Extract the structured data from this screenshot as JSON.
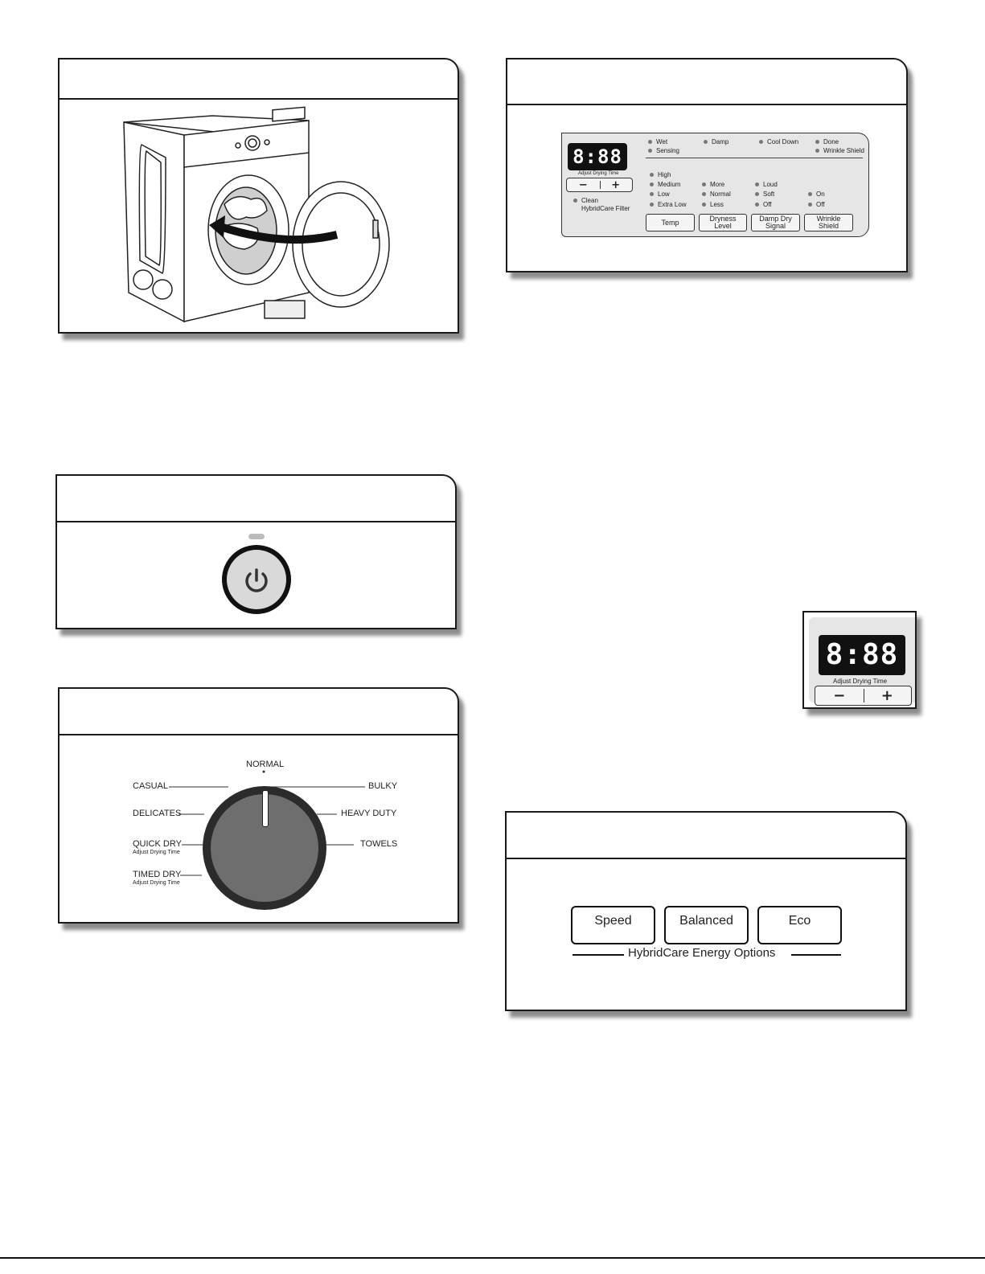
{
  "control_panel": {
    "display": "8:88",
    "adjust_label": "Adjust Drying Time",
    "minus": "−",
    "plus": "+",
    "status": [
      "Wet",
      "Sensing",
      "Damp",
      "Cool Down",
      "Done",
      "Wrinkle Shield"
    ],
    "clean_filter": [
      "Clean",
      "HybridCare Filter"
    ],
    "temp_levels": [
      "High",
      "Medium",
      "Low",
      "Extra Low"
    ],
    "dryness_levels": [
      "More",
      "Normal",
      "Less"
    ],
    "damp_levels": [
      "Loud",
      "Soft",
      "Off"
    ],
    "wrinkle_levels": [
      "On",
      "Off"
    ],
    "buttons": {
      "temp": [
        "Temp"
      ],
      "dryness": [
        "Dryness",
        "Level"
      ],
      "damp": [
        "Damp Dry",
        "Signal"
      ],
      "wrinkle": [
        "Wrinkle",
        "Shield"
      ]
    }
  },
  "dial": {
    "top": "NORMAL",
    "casual": "CASUAL",
    "delicates": "DELICATES",
    "quick_dry": "QUICK DRY",
    "quick_dry_sub": "Adjust Drying Time",
    "timed_dry": "TIMED DRY",
    "timed_dry_sub": "Adjust Drying Time",
    "bulky": "BULKY",
    "heavy_duty": "HEAVY DUTY",
    "towels": "TOWELS"
  },
  "zoom_display": {
    "display": "8:88",
    "adjust_label": "Adjust Drying Time",
    "minus": "−",
    "plus": "+"
  },
  "energy": {
    "speed": "Speed",
    "balanced": "Balanced",
    "eco": "Eco",
    "caption": "HybridCare Energy Options"
  }
}
